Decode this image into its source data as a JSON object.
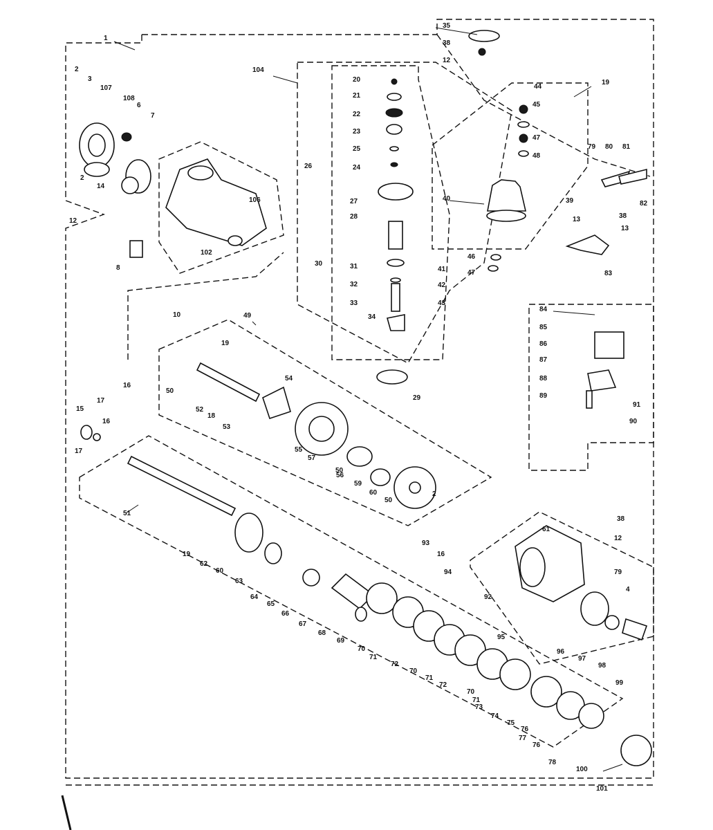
{
  "colors": {
    "ink": "#111111",
    "paper": "#ffffff"
  },
  "callouts": [
    {
      "id": "1",
      "text": "1"
    },
    {
      "id": "2a",
      "text": "2"
    },
    {
      "id": "3",
      "text": "3"
    },
    {
      "id": "107",
      "text": "107"
    },
    {
      "id": "108",
      "text": "108"
    },
    {
      "id": "6",
      "text": "6"
    },
    {
      "id": "7",
      "text": "7"
    },
    {
      "id": "2b",
      "text": "2"
    },
    {
      "id": "14",
      "text": "14"
    },
    {
      "id": "12a",
      "text": "12"
    },
    {
      "id": "106",
      "text": "106"
    },
    {
      "id": "102",
      "text": "102"
    },
    {
      "id": "8",
      "text": "8"
    },
    {
      "id": "104",
      "text": "104"
    },
    {
      "id": "20",
      "text": "20"
    },
    {
      "id": "21",
      "text": "21"
    },
    {
      "id": "22",
      "text": "22"
    },
    {
      "id": "23",
      "text": "23"
    },
    {
      "id": "25",
      "text": "25"
    },
    {
      "id": "24",
      "text": "24"
    },
    {
      "id": "26",
      "text": "26"
    },
    {
      "id": "27",
      "text": "27"
    },
    {
      "id": "28",
      "text": "28"
    },
    {
      "id": "30",
      "text": "30"
    },
    {
      "id": "31",
      "text": "31"
    },
    {
      "id": "32",
      "text": "32"
    },
    {
      "id": "33",
      "text": "33"
    },
    {
      "id": "41",
      "text": "41"
    },
    {
      "id": "42",
      "text": "42"
    },
    {
      "id": "43",
      "text": "43"
    },
    {
      "id": "34",
      "text": "34"
    },
    {
      "id": "29",
      "text": "29"
    },
    {
      "id": "35",
      "text": "35"
    },
    {
      "id": "38a",
      "text": "38"
    },
    {
      "id": "12b",
      "text": "12"
    },
    {
      "id": "44",
      "text": "44"
    },
    {
      "id": "45",
      "text": "45"
    },
    {
      "id": "19a",
      "text": "19"
    },
    {
      "id": "47a",
      "text": "47"
    },
    {
      "id": "48",
      "text": "48"
    },
    {
      "id": "40",
      "text": "40"
    },
    {
      "id": "46",
      "text": "46"
    },
    {
      "id": "47b",
      "text": "47"
    },
    {
      "id": "79a",
      "text": "79"
    },
    {
      "id": "80",
      "text": "80"
    },
    {
      "id": "81",
      "text": "81"
    },
    {
      "id": "39",
      "text": "39"
    },
    {
      "id": "82",
      "text": "82"
    },
    {
      "id": "13a",
      "text": "13"
    },
    {
      "id": "38b",
      "text": "38"
    },
    {
      "id": "13b",
      "text": "13"
    },
    {
      "id": "83",
      "text": "83"
    },
    {
      "id": "84",
      "text": "84"
    },
    {
      "id": "85",
      "text": "85"
    },
    {
      "id": "86",
      "text": "86"
    },
    {
      "id": "87",
      "text": "87"
    },
    {
      "id": "88",
      "text": "88"
    },
    {
      "id": "89",
      "text": "89"
    },
    {
      "id": "90",
      "text": "90"
    },
    {
      "id": "91",
      "text": "91"
    },
    {
      "id": "10",
      "text": "10"
    },
    {
      "id": "49",
      "text": "49"
    },
    {
      "id": "19b",
      "text": "19"
    },
    {
      "id": "50a",
      "text": "50"
    },
    {
      "id": "52a",
      "text": "52"
    },
    {
      "id": "18",
      "text": "18"
    },
    {
      "id": "53",
      "text": "53"
    },
    {
      "id": "54",
      "text": "54"
    },
    {
      "id": "55",
      "text": "55"
    },
    {
      "id": "57",
      "text": "57"
    },
    {
      "id": "50b",
      "text": "50"
    },
    {
      "id": "56",
      "text": "56"
    },
    {
      "id": "59",
      "text": "59"
    },
    {
      "id": "60a",
      "text": "60"
    },
    {
      "id": "50c",
      "text": "50"
    },
    {
      "id": "2c",
      "text": "2"
    },
    {
      "id": "16a",
      "text": "16"
    },
    {
      "id": "15",
      "text": "15"
    },
    {
      "id": "17a",
      "text": "17"
    },
    {
      "id": "16b",
      "text": "16"
    },
    {
      "id": "17b",
      "text": "17"
    },
    {
      "id": "51",
      "text": "51"
    },
    {
      "id": "19c",
      "text": "19"
    },
    {
      "id": "62",
      "text": "62"
    },
    {
      "id": "60b",
      "text": "60"
    },
    {
      "id": "63",
      "text": "63"
    },
    {
      "id": "64",
      "text": "64"
    },
    {
      "id": "65",
      "text": "65"
    },
    {
      "id": "66",
      "text": "66"
    },
    {
      "id": "67",
      "text": "67"
    },
    {
      "id": "68",
      "text": "68"
    },
    {
      "id": "69",
      "text": "69"
    },
    {
      "id": "70a",
      "text": "70"
    },
    {
      "id": "71a",
      "text": "71"
    },
    {
      "id": "72a",
      "text": "72"
    },
    {
      "id": "70b",
      "text": "70"
    },
    {
      "id": "71b",
      "text": "71"
    },
    {
      "id": "72b",
      "text": "72"
    },
    {
      "id": "70c",
      "text": "70"
    },
    {
      "id": "71c",
      "text": "71"
    },
    {
      "id": "73",
      "text": "73"
    },
    {
      "id": "74",
      "text": "74"
    },
    {
      "id": "75",
      "text": "75"
    },
    {
      "id": "76a",
      "text": "76"
    },
    {
      "id": "77",
      "text": "77"
    },
    {
      "id": "76b",
      "text": "76"
    },
    {
      "id": "78",
      "text": "78"
    },
    {
      "id": "100",
      "text": "100"
    },
    {
      "id": "101",
      "text": "101"
    },
    {
      "id": "93",
      "text": "93"
    },
    {
      "id": "16c",
      "text": "16"
    },
    {
      "id": "94",
      "text": "94"
    },
    {
      "id": "61",
      "text": "61"
    },
    {
      "id": "92",
      "text": "92"
    },
    {
      "id": "95",
      "text": "95"
    },
    {
      "id": "38c",
      "text": "38"
    },
    {
      "id": "12c",
      "text": "12"
    },
    {
      "id": "79b",
      "text": "79"
    },
    {
      "id": "4",
      "text": "4"
    },
    {
      "id": "96",
      "text": "96"
    },
    {
      "id": "97",
      "text": "97"
    },
    {
      "id": "98",
      "text": "98"
    },
    {
      "id": "99",
      "text": "99"
    }
  ]
}
